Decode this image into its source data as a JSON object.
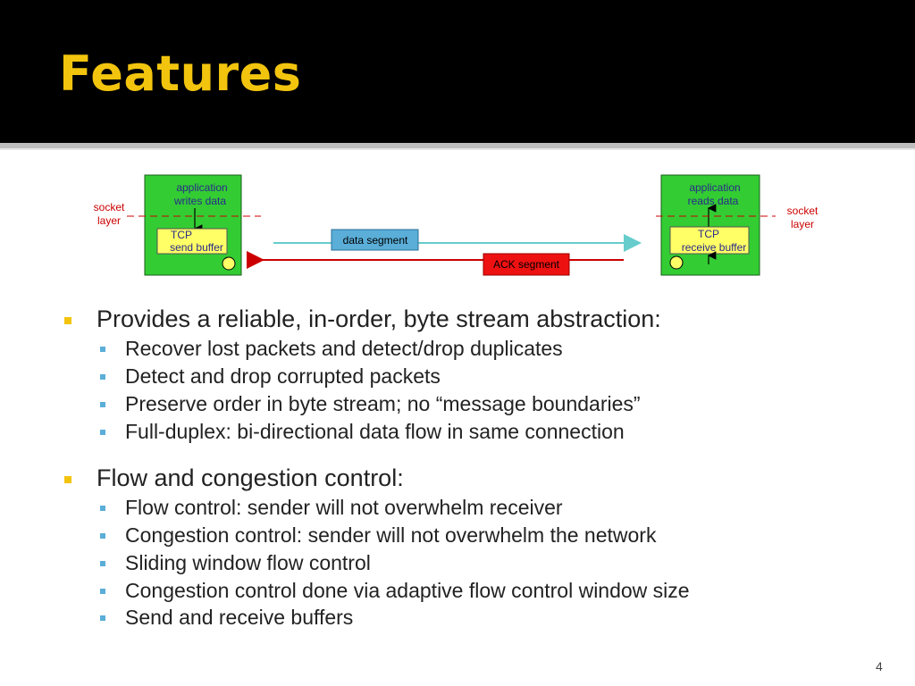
{
  "slide": {
    "title": "Features",
    "page_number": "4"
  },
  "diagram": {
    "left": {
      "app_label_1": "application",
      "app_label_2": "writes data",
      "socket_1": "socket",
      "socket_2": "layer",
      "buffer_1": "TCP",
      "buffer_2": "send buffer"
    },
    "right": {
      "app_label_1": "application",
      "app_label_2": "reads data",
      "socket_1": "socket",
      "socket_2": "layer",
      "buffer_1": "TCP",
      "buffer_2": "receive buffer"
    },
    "data_segment": "data segment",
    "ack_segment": "ACK segment",
    "colors": {
      "host_fill": "#33cc33",
      "buffer_fill": "#ffff66",
      "socket_text": "#cc0000",
      "app_text": "#2a2a8a",
      "data_arrow": "#66cccc",
      "ack_arrow": "#cc0000",
      "data_box": "#5aaed8",
      "ack_box": "#ee1111"
    }
  },
  "sections": [
    {
      "heading": "Provides a reliable, in-order, byte stream abstraction:",
      "items": [
        "Recover lost packets and detect/drop duplicates",
        "Detect and drop corrupted packets",
        "Preserve order in byte stream; no “message boundaries”",
        "Full-duplex: bi-directional data flow in same connection"
      ]
    },
    {
      "heading": "Flow and congestion control:",
      "items": [
        "Flow control: sender will not overwhelm receiver",
        "Congestion control: sender will not overwhelm the network",
        "Sliding window flow control",
        "Congestion control done via adaptive flow control window size",
        "Send and receive buffers"
      ]
    }
  ]
}
